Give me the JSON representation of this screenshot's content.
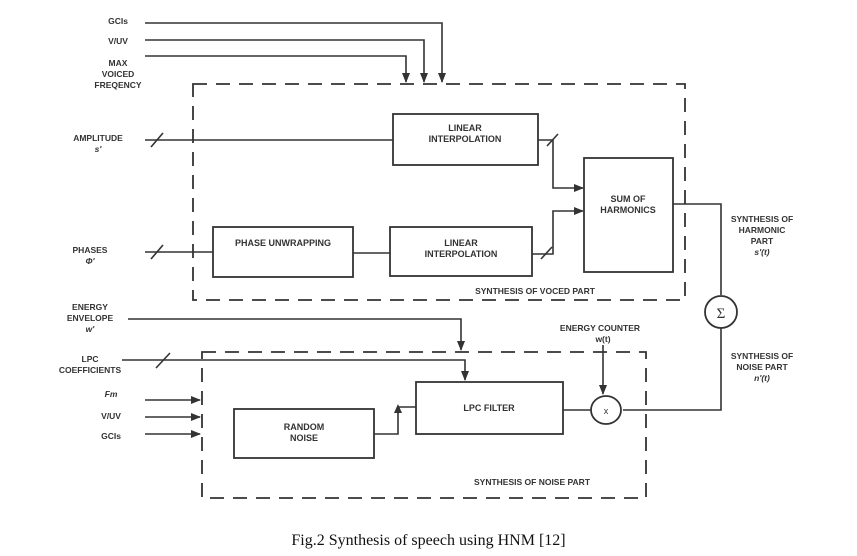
{
  "inputs_top": {
    "gcis": "GCIs",
    "vuv": "V/UV",
    "max_voiced_frequency": [
      "MAX",
      "VOICED",
      "FREQENCY"
    ]
  },
  "voiced": {
    "amplitude": [
      "AMPLITUDE",
      "s'"
    ],
    "phases": [
      "PHASES",
      "Φ'"
    ],
    "phase_unwrapping": "PHASE UNWRAPPING",
    "linear_interp_top": [
      "LINEAR",
      "INTERPOLATION"
    ],
    "linear_interp_bottom": [
      "LINEAR",
      "INTERPOLATION"
    ],
    "sum_of_harmonics": [
      "SUM OF",
      "HARMONICS"
    ],
    "section_label": "SYNTHESIS OF VOCED PART"
  },
  "output": {
    "harmonic_part": [
      "SYNTHESIS OF",
      "HARMONIC",
      "PART",
      "s'(t)"
    ],
    "sum_symbol": "Σ",
    "noise_part": [
      "SYNTHESIS OF",
      "NOISE PART",
      "n'(t)"
    ]
  },
  "noise": {
    "energy_envelope": [
      "ENERGY",
      "ENVELOPE",
      "w'"
    ],
    "lpc_coefficients": [
      "LPC",
      "COEFFICIENTS"
    ],
    "fm": "Fm",
    "vuv": "V/UV",
    "gcis": "GCIs",
    "random_noise": [
      "RANDOM",
      "NOISE"
    ],
    "lpc_filter": "LPC FILTER",
    "energy_counter": [
      "ENERGY COUNTER",
      "w(t)"
    ],
    "multiply_symbol": "x",
    "section_label": "SYNTHESIS OF NOISE PART"
  },
  "caption": "Fig.2 Synthesis of speech using HNM [12]"
}
